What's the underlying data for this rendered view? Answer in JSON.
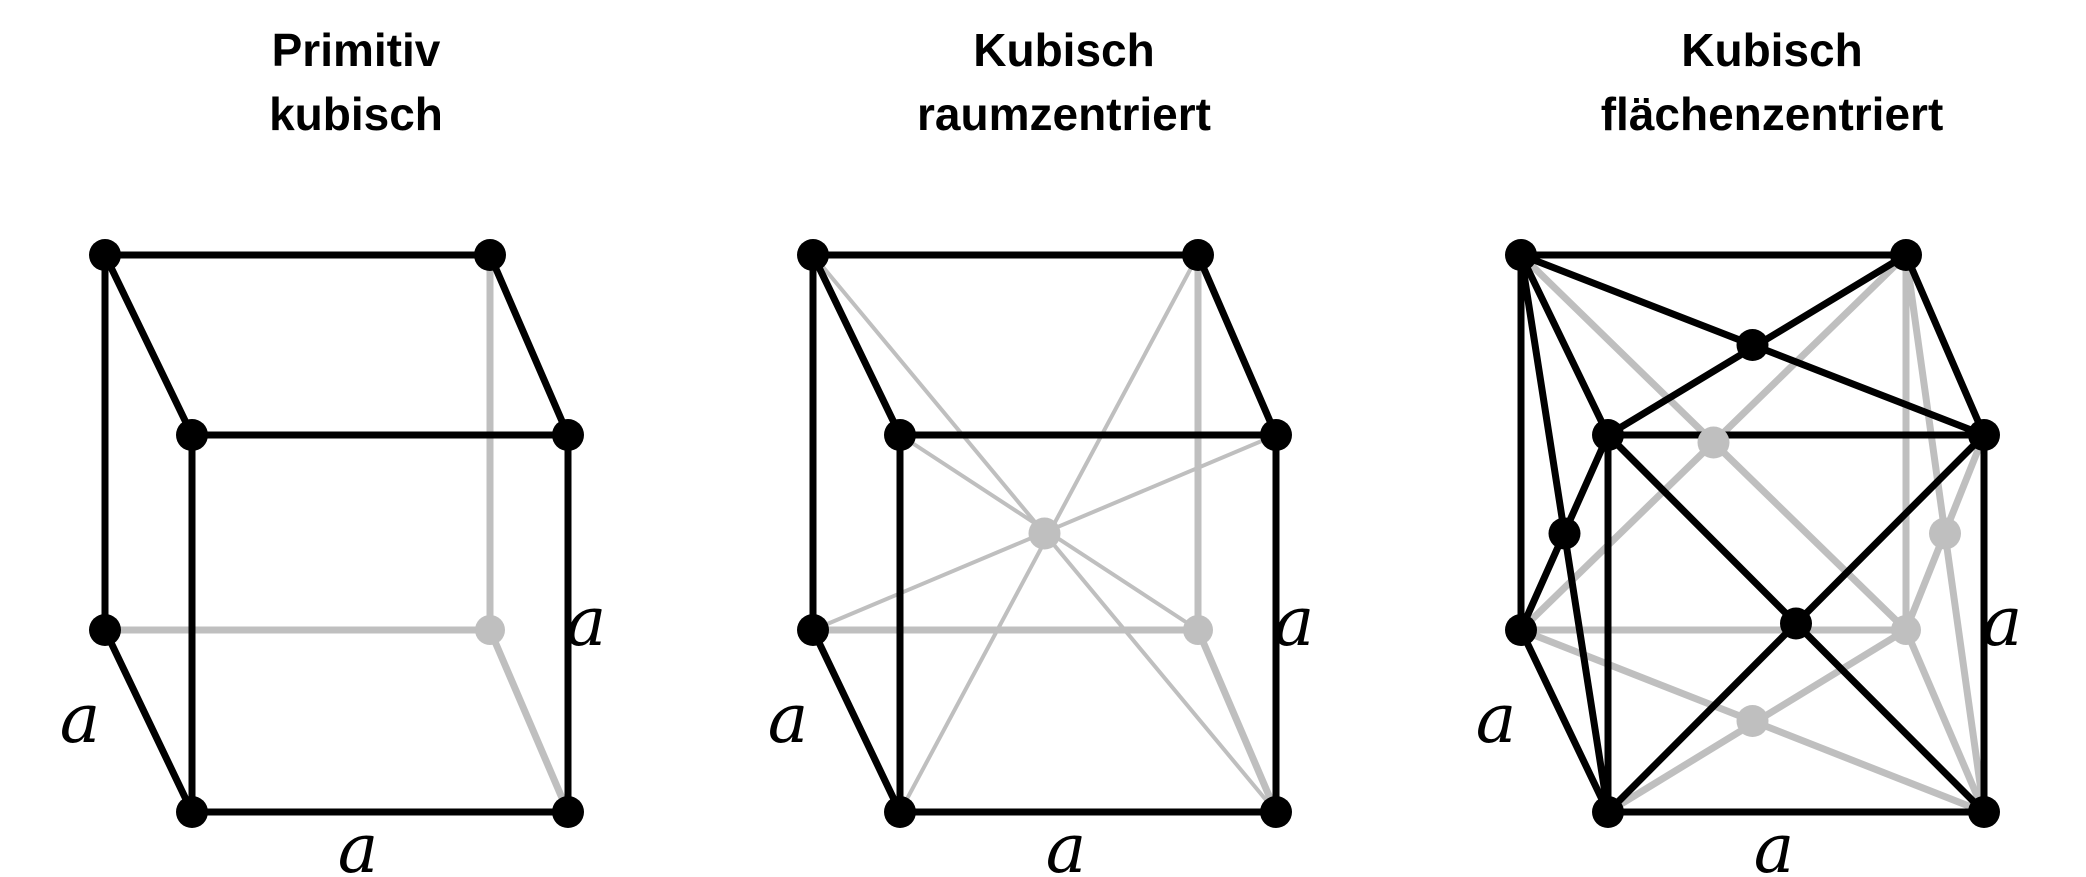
{
  "panels": [
    {
      "id": "primitive",
      "title_line1": "Primitiv",
      "title_line2": "kubisch",
      "edge_label": "a"
    },
    {
      "id": "bcc",
      "title_line1": "Kubisch",
      "title_line2": "raumzentriert",
      "edge_label": "a"
    },
    {
      "id": "fcc",
      "title_line1": "Kubisch",
      "title_line2": "flächenzentriert",
      "edge_label": "a"
    }
  ],
  "colors": {
    "front": "#000000",
    "hidden": "#bfbfbf",
    "background": "#ffffff"
  }
}
